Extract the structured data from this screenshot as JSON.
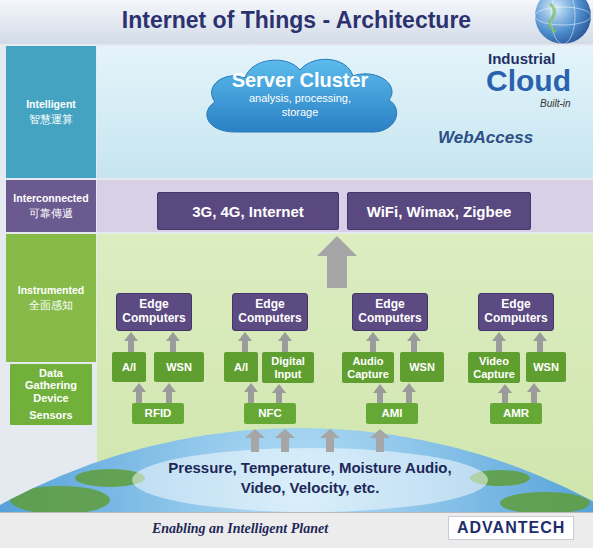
{
  "diagram": {
    "title": "Internet of Things - Architecture",
    "nodes": [
      {
        "text": [
          "Intelligent",
          "智慧運算"
        ]
      },
      {
        "text": [
          "Server Cluster",
          "analysis, processing, storage"
        ]
      },
      {
        "text": [
          "Interconnected",
          "可靠傳遞"
        ]
      },
      {
        "text": [
          "3G, 4G, Internet"
        ]
      },
      {
        "text": [
          "WiFi, Wimax, Zigbee"
        ]
      },
      {
        "text": [
          "Instrumented",
          "全面感知"
        ]
      },
      {
        "text": [
          "Edge Computers"
        ]
      },
      {
        "text": [
          "Edge Computers"
        ]
      },
      {
        "text": [
          "Edge Computers"
        ]
      },
      {
        "text": [
          "Edge Computers"
        ]
      },
      {
        "text": [
          "Data Gathering Device"
        ]
      },
      {
        "text": [
          "A/I"
        ]
      },
      {
        "text": [
          "WSN"
        ]
      },
      {
        "text": [
          "A/I"
        ]
      },
      {
        "text": [
          "Digital Input"
        ]
      },
      {
        "text": [
          "Audio Capture"
        ]
      },
      {
        "text": [
          "WSN"
        ]
      },
      {
        "text": [
          "Video Capture"
        ]
      },
      {
        "text": [
          "WSN"
        ]
      },
      {
        "text": [
          "Sensors"
        ]
      },
      {
        "text": [
          "RFID"
        ]
      },
      {
        "text": [
          "NFC"
        ]
      },
      {
        "text": [
          "AMI"
        ]
      },
      {
        "text": [
          "AMR"
        ]
      }
    ],
    "edges": [
      {
        "from": 11,
        "to": 6,
        "arrow": "to"
      },
      {
        "from": 12,
        "to": 6,
        "arrow": "to"
      },
      {
        "from": 13,
        "to": 7,
        "arrow": "to"
      },
      {
        "from": 14,
        "to": 7,
        "arrow": "to"
      },
      {
        "from": 15,
        "to": 8,
        "arrow": "to"
      },
      {
        "from": 16,
        "to": 8,
        "arrow": "to"
      },
      {
        "from": 17,
        "to": 9,
        "arrow": "to"
      },
      {
        "from": 18,
        "to": 9,
        "arrow": "to"
      },
      {
        "from": 20,
        "to": 11,
        "arrow": "to"
      },
      {
        "from": 20,
        "to": 12,
        "arrow": "to"
      },
      {
        "from": 21,
        "to": 13,
        "arrow": "to"
      },
      {
        "from": 21,
        "to": 14,
        "arrow": "to"
      },
      {
        "from": 22,
        "to": 15,
        "arrow": "to"
      },
      {
        "from": 22,
        "to": 16,
        "arrow": "to"
      },
      {
        "from": 23,
        "to": 17,
        "arrow": "to"
      },
      {
        "from": 23,
        "to": 18,
        "arrow": "to"
      }
    ],
    "labels": [
      "Industrial",
      "Cloud",
      "Built-in",
      "WebAccess",
      "Pressure, Temperature, Moisture Audio, Video, Velocity, etc.",
      "Enabling an Intelligent Planet",
      "ADVANTECH"
    ]
  }
}
